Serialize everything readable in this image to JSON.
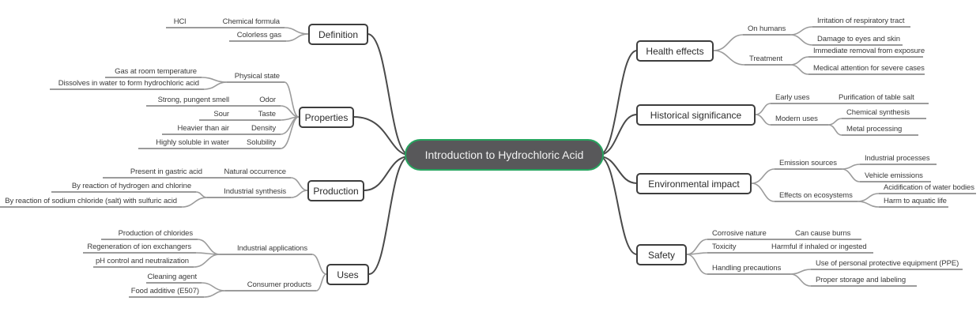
{
  "root": {
    "label": "Introduction to Hydrochloric Acid"
  },
  "colors": {
    "root_fill": "#58585a",
    "root_border": "#27a45f",
    "main_branch_line": "#4a4a4a",
    "sub_branch_line": "#9b9b9b",
    "topic_border": "#3d3d3d",
    "text": "#3a3a3a",
    "background": "#ffffff"
  },
  "branches": [
    {
      "label": "Definition",
      "side": "left",
      "children": [
        {
          "label": "Chemical formula",
          "children": [
            {
              "label": "HCl"
            }
          ]
        },
        {
          "label": "Colorless gas",
          "children": []
        }
      ]
    },
    {
      "label": "Properties",
      "side": "left",
      "children": [
        {
          "label": "Physical state",
          "children": [
            {
              "label": "Gas at room temperature"
            },
            {
              "label": "Dissolves in water to form hydrochloric acid"
            }
          ]
        },
        {
          "label": "Odor",
          "children": [
            {
              "label": "Strong, pungent smell"
            }
          ]
        },
        {
          "label": "Taste",
          "children": [
            {
              "label": "Sour"
            }
          ]
        },
        {
          "label": "Density",
          "children": [
            {
              "label": "Heavier than air"
            }
          ]
        },
        {
          "label": "Solubility",
          "children": [
            {
              "label": "Highly soluble in water"
            }
          ]
        }
      ]
    },
    {
      "label": "Production",
      "side": "left",
      "children": [
        {
          "label": "Natural occurrence",
          "children": [
            {
              "label": "Present in gastric acid"
            }
          ]
        },
        {
          "label": "Industrial synthesis",
          "children": [
            {
              "label": "By reaction of hydrogen and chlorine"
            },
            {
              "label": "By reaction of sodium chloride (salt) with sulfuric acid"
            }
          ]
        }
      ]
    },
    {
      "label": "Uses",
      "side": "left",
      "children": [
        {
          "label": "Industrial applications",
          "children": [
            {
              "label": "Production of chlorides"
            },
            {
              "label": "Regeneration of ion exchangers"
            },
            {
              "label": "pH control and neutralization"
            }
          ]
        },
        {
          "label": "Consumer products",
          "children": [
            {
              "label": "Cleaning agent"
            },
            {
              "label": "Food additive (E507)"
            }
          ]
        }
      ]
    },
    {
      "label": "Health effects",
      "side": "right",
      "children": [
        {
          "label": "On humans",
          "children": [
            {
              "label": "Irritation of respiratory tract"
            },
            {
              "label": "Damage to eyes and skin"
            }
          ]
        },
        {
          "label": "Treatment",
          "children": [
            {
              "label": "Immediate removal from exposure"
            },
            {
              "label": "Medical attention for severe cases"
            }
          ]
        }
      ]
    },
    {
      "label": "Historical significance",
      "side": "right",
      "children": [
        {
          "label": "Early uses",
          "children": [
            {
              "label": "Purification of table salt"
            }
          ]
        },
        {
          "label": "Modern uses",
          "children": [
            {
              "label": "Chemical synthesis"
            },
            {
              "label": "Metal processing"
            }
          ]
        }
      ]
    },
    {
      "label": "Environmental impact",
      "side": "right",
      "children": [
        {
          "label": "Emission sources",
          "children": [
            {
              "label": "Industrial processes"
            },
            {
              "label": "Vehicle emissions"
            }
          ]
        },
        {
          "label": "Effects on ecosystems",
          "children": [
            {
              "label": "Acidification of water bodies"
            },
            {
              "label": "Harm to aquatic life"
            }
          ]
        }
      ]
    },
    {
      "label": "Safety",
      "side": "right",
      "children": [
        {
          "label": "Corrosive nature",
          "children": [
            {
              "label": "Can cause burns"
            }
          ]
        },
        {
          "label": "Toxicity",
          "children": [
            {
              "label": "Harmful if inhaled or ingested"
            }
          ]
        },
        {
          "label": "Handling precautions",
          "children": [
            {
              "label": "Use of personal protective equipment (PPE)"
            },
            {
              "label": "Proper storage and labeling"
            }
          ]
        }
      ]
    }
  ]
}
